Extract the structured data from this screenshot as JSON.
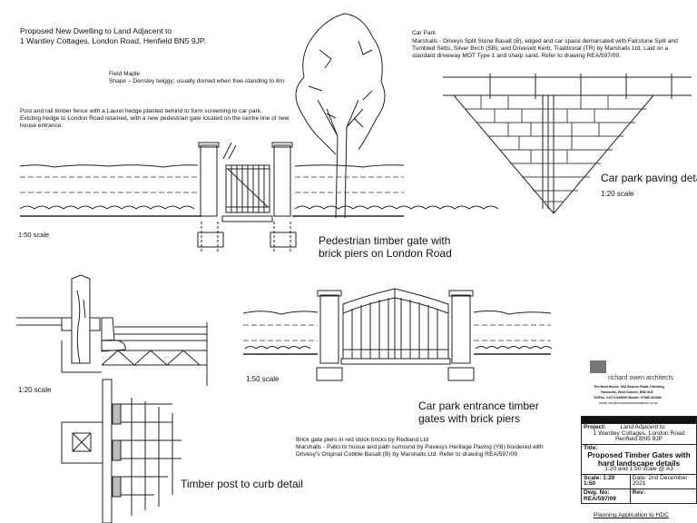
{
  "header": {
    "line1": "Proposed New Dwelling to Land Adjacent to",
    "line2": "1 Wantley Cottages, London Road, Henfield BN5 9JP."
  },
  "tree_note": {
    "title": "Field Maple",
    "text": "Shape – Densley twiggy; usually domed when free-standing to 8m."
  },
  "fence_note": {
    "line1": "Post and rail timber fence with a Laurel hedge planted behind to form screening to car park.",
    "line2": "Existing hedge to London Road retained, with a new pedestrian gate located on the centre line of new",
    "line3": "house entrance."
  },
  "car_park_note": {
    "title": "Car Park",
    "line1": "Marshalls - Driveys Split Stone Basalt (B), edged and car space demarcated with Fairstone Split and",
    "line2": "Tumbled Setts, Silver Birch (SB), and Drivesett Kerb, Traditional (TR) by Marshalls Ltd. Laid on a",
    "line3": "standard driveway MOT Type 1 and sharp sand. Refer to drawing REA/597/09."
  },
  "details": {
    "pedestrian_gate": {
      "scale": "1:50 scale",
      "caption1": "Pedestrian timber gate with",
      "caption2": "brick piers on London Road"
    },
    "car_park_paving": {
      "caption": "Car park paving detail",
      "scale": "1:20 scale"
    },
    "timber_post": {
      "scale": "1:20 scale",
      "caption": "Timber post to curb detail"
    },
    "entrance_gates": {
      "scale": "1:50 scale",
      "caption1": "Car park entrance timber",
      "caption2": "gates with brick piers"
    }
  },
  "materials_note": {
    "line1": "Brick gate piers in red stock bricks by Redland Ltd",
    "line2": "Marshalls - Patio to house and path surround by Pavesys Heritage Paving (YB) bordered with",
    "line3": "Drivesy's Original Cobble Basalt (B) by Marshalls Ltd. Refer to drawing REA/597/09"
  },
  "architect": {
    "name": "richard owen architects",
    "address1": "The Moat House, 36A Beacon Road, Ditchling,",
    "address2": "Hassocks, West Sussex, BN6 8UZ",
    "phone": "Tel/Fax: 01273 845080   Mobile: 07985 261880",
    "email": "email: info@richardowenarchitects.co.uk"
  },
  "title_block": {
    "project_label": "Project:",
    "project1": "Land Adjacent to",
    "project2": "1 Wantley Cottages, London Road",
    "project3": "Henfield BN5 9JP",
    "title_label": "Title:",
    "title1": "Proposed Timber Gates with",
    "title2": "hard landscape details",
    "title3": "1:20 and 1:50 scale @ A3",
    "scale": "Scale: 1:20 1:50",
    "date": "Date: 2nd December 2021",
    "dwg_label": "Dwg. No:",
    "dwg_no": "REA/597/09",
    "rev": "Rev:",
    "status": "Planning Application to HDC"
  }
}
